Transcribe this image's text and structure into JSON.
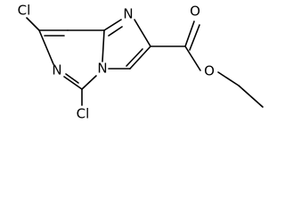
{
  "molecule": {
    "atom_labels": {
      "cl_top": "Cl",
      "n_imidazole": "N",
      "o_carbonyl": "O",
      "n_pyrimidine": "N",
      "n_bridge": "N",
      "o_ester": "O",
      "cl_bottom": "Cl"
    }
  }
}
